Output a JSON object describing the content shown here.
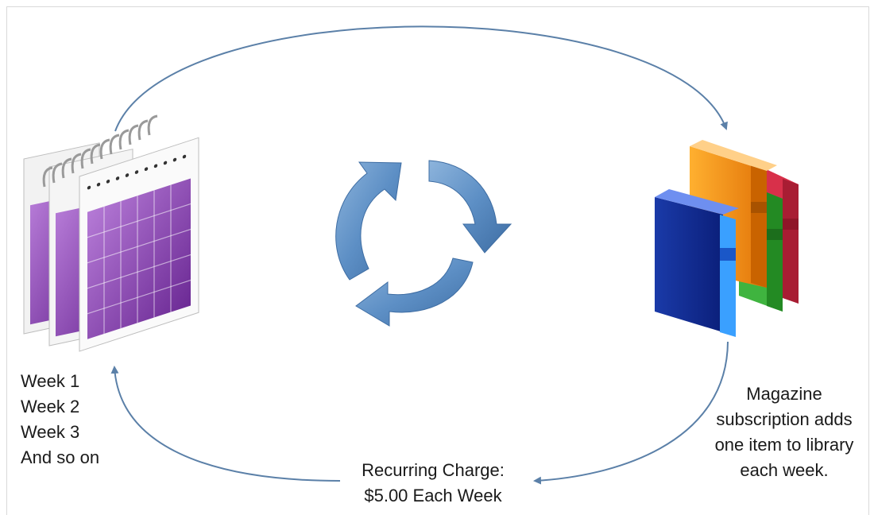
{
  "diagram": {
    "calendar_icon": "calendar-icon",
    "cycle_icon": "recurring-cycle-icon",
    "books_icon": "books-icon",
    "weeks_label": [
      "Week 1",
      "Week 2",
      "Week 3",
      "And so on"
    ],
    "charge_label": [
      "Recurring Charge:",
      "$5.00 Each Week"
    ],
    "magazine_label": [
      "Magazine",
      "subscription adds",
      "one item to library",
      "each week."
    ],
    "colors": {
      "arrow": "#5b80a8",
      "cycle": "#5d8fc5",
      "calendar": "#8a3fb0",
      "book_blue": "#1340b8",
      "book_orange": "#f08a10",
      "book_green": "#3fb43f",
      "book_red": "#d8304a"
    }
  }
}
